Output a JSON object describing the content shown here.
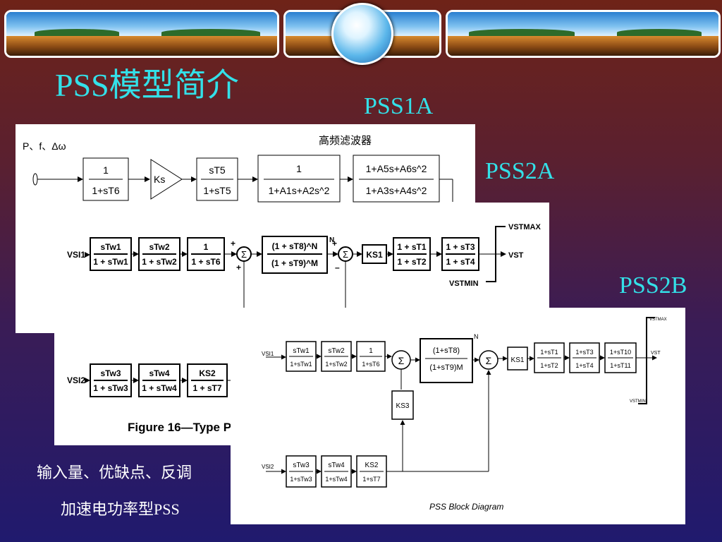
{
  "slide": {
    "title": "PSS模型简介",
    "labels": {
      "pss1a": "PSS1A",
      "pss2a": "PSS2A",
      "pss2b": "PSS2B"
    },
    "notes": {
      "line1": "输入量、优缺点、反调",
      "line2": "加速电功率型PSS"
    }
  },
  "pss1a": {
    "input": "P、f、Δω",
    "filter_caption": "高频滤波器",
    "blocks": [
      {
        "num": "1",
        "den": "1+sT6"
      },
      {
        "gain": "Ks"
      },
      {
        "num": "sT5",
        "den": "1+sT5"
      },
      {
        "num": "1",
        "den": "1+A1s+A2s^2"
      },
      {
        "num": "1+A5s+A6s^2",
        "den": "1+A3s+A4s^2"
      }
    ]
  },
  "pss2a": {
    "input1": "VSI1",
    "input2": "VSI2",
    "row1": [
      {
        "num": "sTw1",
        "den": "1 + sTw1"
      },
      {
        "num": "sTw2",
        "den": "1 + sTw2"
      },
      {
        "num": "1",
        "den": "1 + sT6"
      },
      {
        "num": "(1 + sT8)^N",
        "den": "(1 + sT9)^M"
      },
      {
        "gain": "KS1"
      },
      {
        "num": "1 + sT1",
        "den": "1 + sT2"
      },
      {
        "num": "1 + sT3",
        "den": "1 + sT4"
      }
    ],
    "row2": [
      {
        "num": "sTw3",
        "den": "1 + sTw3"
      },
      {
        "num": "sTw4",
        "den": "1 + sTw4"
      },
      {
        "num": "KS2",
        "den": "1 + sT7"
      }
    ],
    "limits": {
      "max": "VSTMAX",
      "out": "VST",
      "min": "VSTMIN"
    },
    "signs": {
      "plus": "+",
      "minus": "–",
      "exp_n": "N"
    },
    "caption": "Figure 16—Type P"
  },
  "pss2b": {
    "input1": "VSI1",
    "input2": "VSI2",
    "row1": [
      {
        "num": "sTw1",
        "den": "1+sTw1"
      },
      {
        "num": "sTw2",
        "den": "1+sTw2"
      },
      {
        "num": "1",
        "den": "1+sT6"
      },
      {
        "num": "(1+sT8)",
        "den": "(1+sT9)M"
      },
      {
        "gain": "KS1"
      },
      {
        "num": "1+sT1",
        "den": "1+sT2"
      },
      {
        "num": "1+sT3",
        "den": "1+sT4"
      },
      {
        "num": "1+sT10",
        "den": "1+sT11"
      }
    ],
    "gain_ks3": "KS3",
    "row2": [
      {
        "num": "sTw3",
        "den": "1+sTw3"
      },
      {
        "num": "sTw4",
        "den": "1+sTw4"
      },
      {
        "num": "KS2",
        "den": "1+sT7"
      }
    ],
    "exp_n": "N",
    "limits": {
      "max": "VSTMAX",
      "out": "VST",
      "min": "VSTMIN"
    },
    "caption": "PSS Block Diagram"
  }
}
